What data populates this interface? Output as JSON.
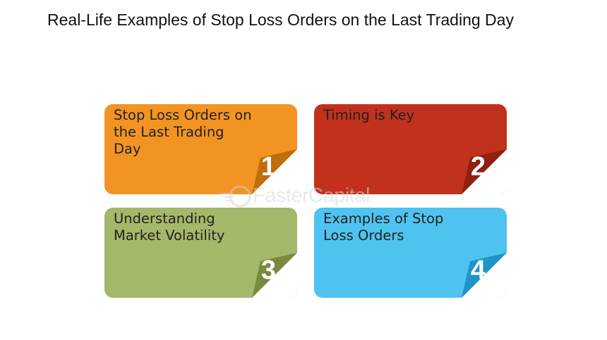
{
  "title": "Real-Life Examples of Stop Loss Orders on the Last Trading Day",
  "cards": [
    {
      "number": "1",
      "text": "Stop Loss Orders on the Last Trading Day",
      "color": "#f39422",
      "fold": "#c06d0e"
    },
    {
      "number": "2",
      "text": "Timing is Key",
      "color": "#c2311b",
      "fold": "#8e2010"
    },
    {
      "number": "3",
      "text": "Understanding Market Volatility",
      "color": "#a4b86a",
      "fold": "#79893f"
    },
    {
      "number": "4",
      "text": "Examples of Stop Loss Orders",
      "color": "#4fc3ef",
      "fold": "#1f94c8"
    }
  ],
  "watermark": {
    "text": "FasterCapital"
  }
}
